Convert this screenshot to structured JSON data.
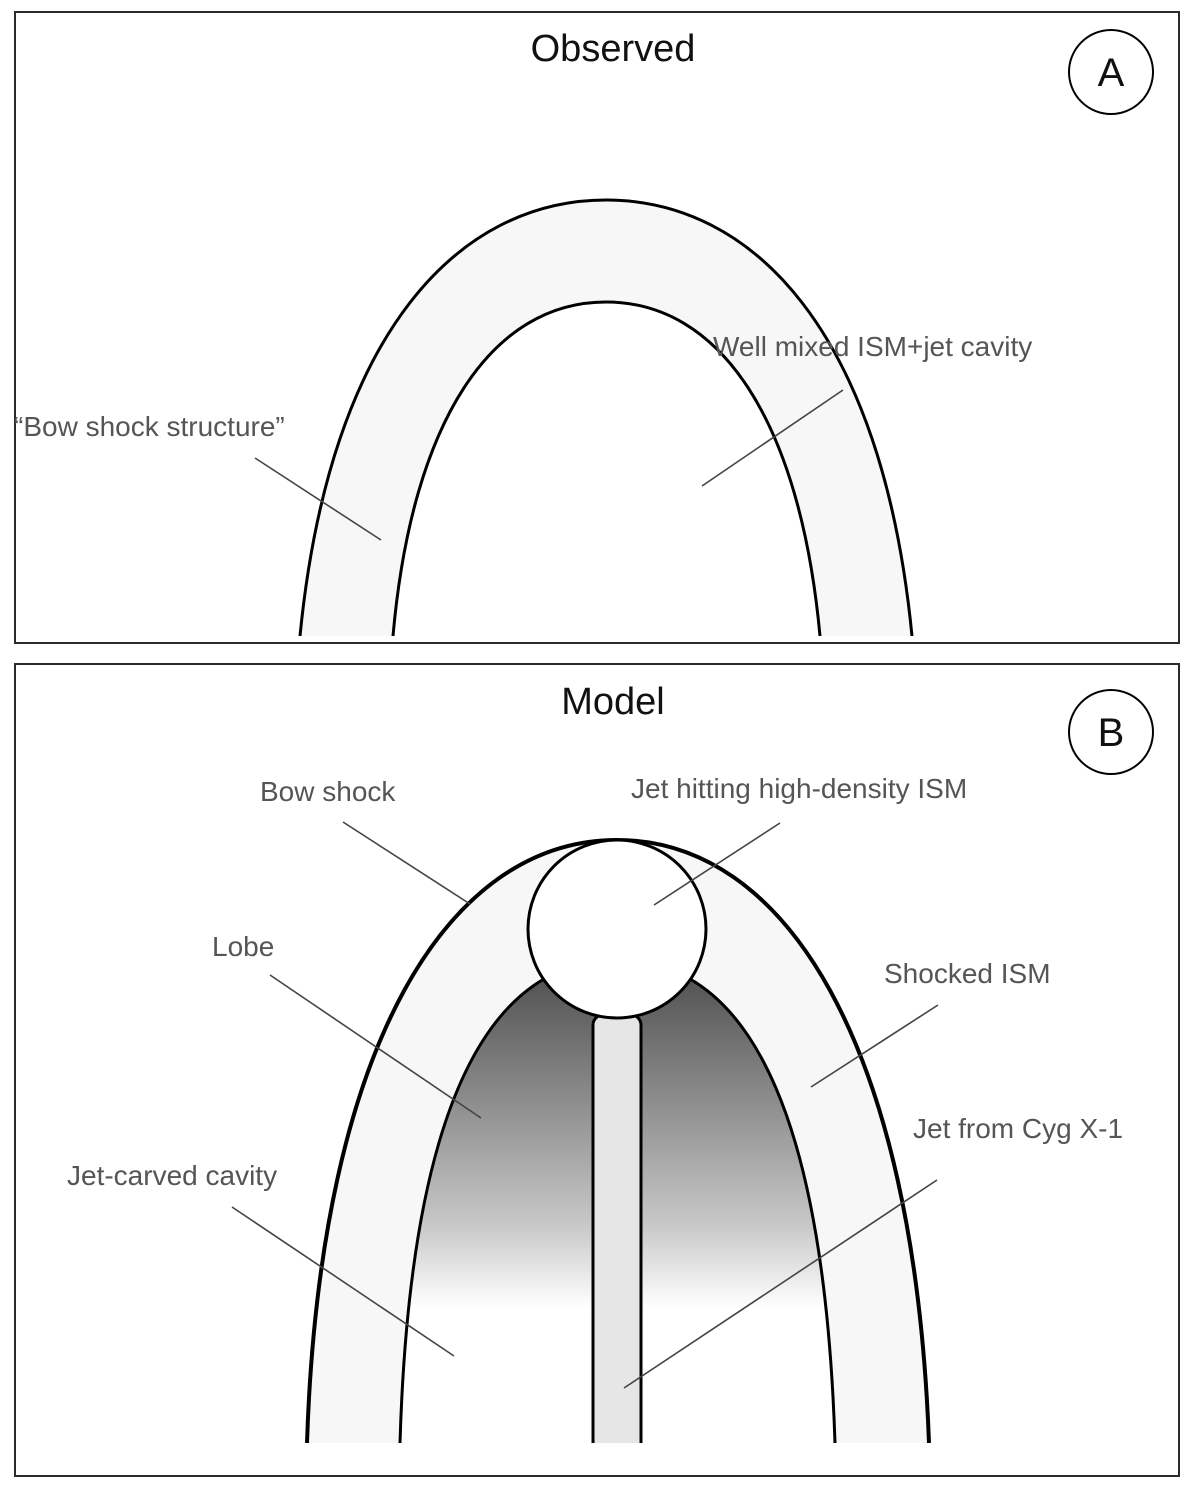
{
  "panel_a": {
    "title": "Observed",
    "badge": "A",
    "labels": {
      "bow_shock_structure": "“Bow shock structure”",
      "well_mixed_cavity": "Well mixed ISM+jet cavity"
    }
  },
  "panel_b": {
    "title": "Model",
    "badge": "B",
    "labels": {
      "bow_shock": "Bow shock",
      "jet_hitting": "Jet hitting high-density ISM",
      "lobe": "Lobe",
      "shocked_ism": "Shocked ISM",
      "jet_carved_cavity": "Jet-carved cavity",
      "jet_from_cyg": "Jet from Cyg X-1"
    }
  },
  "colors": {
    "shell_fill": "#f7f7f7",
    "outline": "#000000",
    "label_text": "#555555",
    "jet_fill": "#e6e6e6",
    "lobe_gradient_top": "#4a4a4a"
  }
}
